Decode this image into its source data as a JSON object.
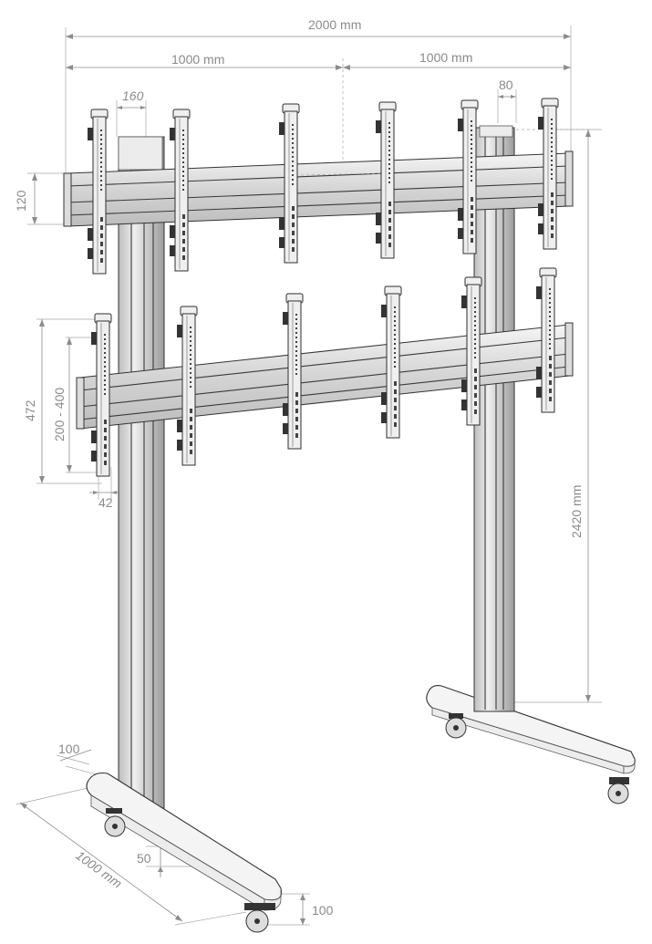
{
  "diagram": {
    "dimensions": {
      "total_width": "2000 mm",
      "half_width_left": "1000 mm",
      "half_width_right": "1000 mm",
      "bracket_width": "160",
      "bracket_offset": "80",
      "rail_height": "120",
      "bracket_total_height": "472",
      "bracket_adjust_range": "200 - 400",
      "bracket_depth": "42",
      "total_height": "2420 mm",
      "base_width": "100",
      "base_length": "1000 mm",
      "base_gap": "50",
      "wheel_height": "100"
    }
  }
}
